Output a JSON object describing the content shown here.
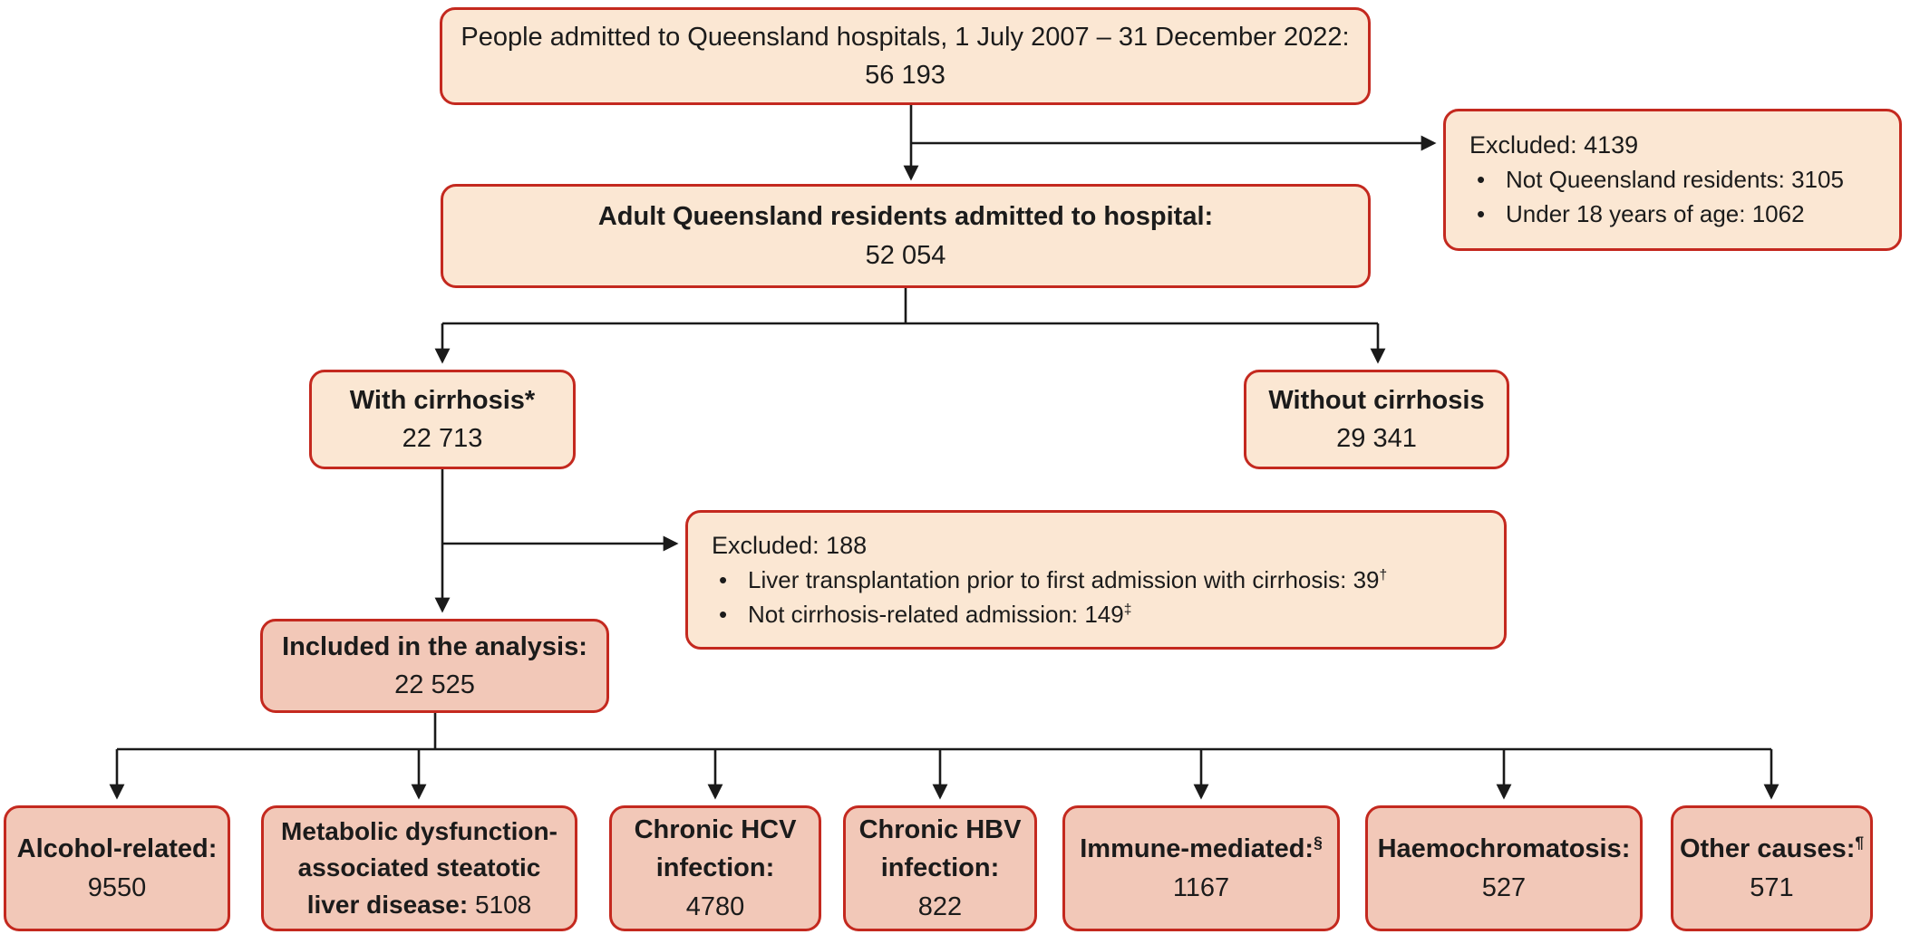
{
  "flowchart": {
    "colors": {
      "light_fill": "#FBE7D3",
      "dark_fill": "#F2C8B8",
      "border": "#C4291F",
      "arrow": "#1A1A1A",
      "text": "#1B1B1B"
    },
    "top": {
      "label": "People admitted to Queensland hospitals, 1 July 2007 – 31 December 2022:",
      "value": "56 193"
    },
    "excluded_top": {
      "title": "Excluded: 4139",
      "bullet_glyph": "•",
      "items": [
        {
          "text": "Not Queensland residents: 3105",
          "sup": ""
        },
        {
          "text": "Under 18 years of age: 1062",
          "sup": ""
        }
      ]
    },
    "adult": {
      "label": "Adult Queensland residents admitted to hospital:",
      "value": "52 054"
    },
    "with_cirrhosis": {
      "label": "With cirrhosis*",
      "value": "22 713"
    },
    "without_cirrhosis": {
      "label": "Without cirrhosis",
      "value": "29 341"
    },
    "excluded_mid": {
      "title": "Excluded: 188",
      "bullet_glyph": "•",
      "items": [
        {
          "text": "Liver transplantation prior to first admission with cirrhosis: 39",
          "sup": "†"
        },
        {
          "text": "Not cirrhosis-related admission: 149",
          "sup": "‡"
        }
      ]
    },
    "included": {
      "label": "Included in the analysis:",
      "value": "22 525"
    },
    "bottom": [
      {
        "label": "Alcohol-related:",
        "sup": "",
        "value": "9550"
      },
      {
        "label": "Metabolic dysfunction-associated steatotic liver disease:",
        "sup": "",
        "value": "5108"
      },
      {
        "label": "Chronic HCV infection:",
        "sup": "",
        "value": "4780"
      },
      {
        "label": "Chronic HBV infection:",
        "sup": "",
        "value": "822"
      },
      {
        "label": "Immune-mediated:",
        "sup": "§",
        "value": "1167"
      },
      {
        "label": "Haemochromatosis:",
        "sup": "",
        "value": "527"
      },
      {
        "label": "Other causes:",
        "sup": "¶",
        "value": "571"
      }
    ]
  }
}
